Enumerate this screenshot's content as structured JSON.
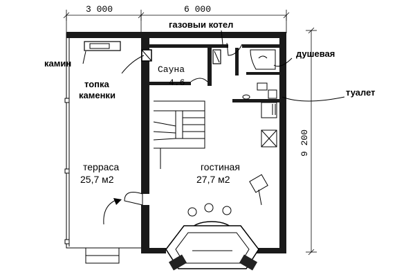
{
  "dimensions": {
    "top_left": "3 000",
    "top_right": "6 000",
    "right": "9 200"
  },
  "labels": {
    "gas_boiler": "газовыи котел",
    "fireplace": "камин",
    "stove_1": "топка",
    "stove_2": "каменки",
    "sauna_name": "Сауна",
    "sauna_area": "4.6",
    "shower": "душевая",
    "toilet": "туалет",
    "terrace_name": "терраса",
    "terrace_area": "25,7 м2",
    "living_name": "гостиная",
    "living_area": "27,7 м2"
  }
}
